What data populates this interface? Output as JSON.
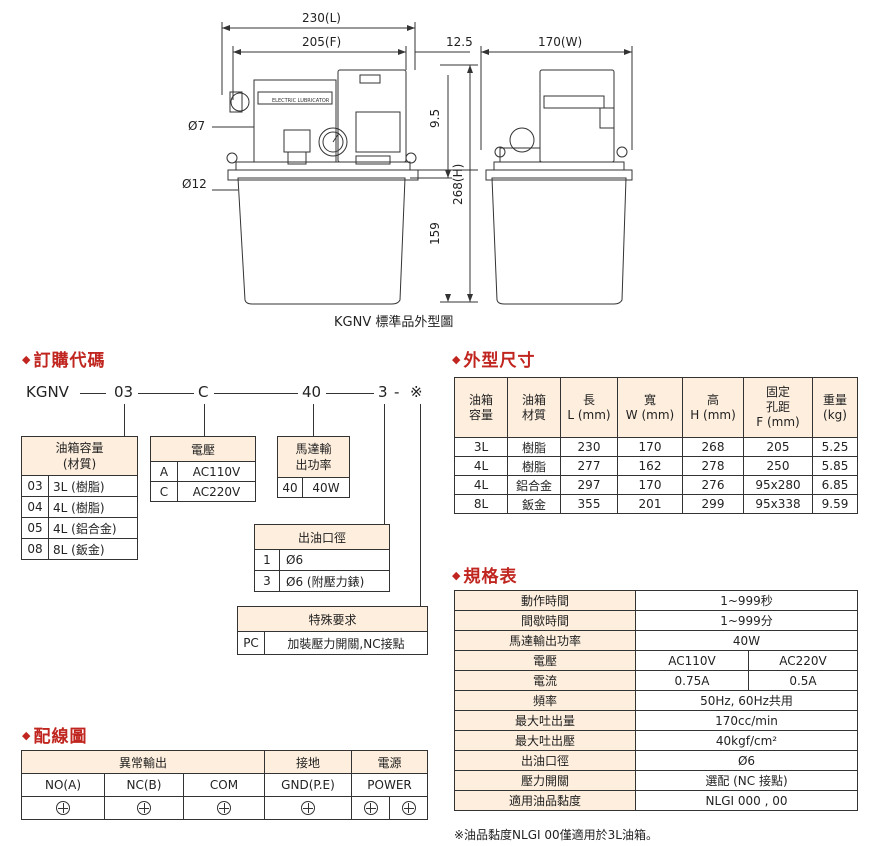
{
  "drawing": {
    "dims": {
      "total_length": "230(L)",
      "flange": "205(F)",
      "offset": "12.5",
      "width": "170(W)",
      "top_offset": "9.5",
      "height": "268(H)",
      "tank_height": "159",
      "hole_small": "Ø7",
      "hole_large": "Ø12"
    },
    "panel_label": "ELECTRIC LUBRICATOR",
    "caption": "KGNV 標準品外型圖"
  },
  "order_code": {
    "heading": "訂購代碼",
    "parts": [
      "KGNV",
      "03",
      "C",
      "40",
      "3",
      "-",
      "※"
    ],
    "tank": {
      "header": [
        "油箱容量",
        "(材質)"
      ],
      "rows": [
        [
          "03",
          "3L (樹脂)"
        ],
        [
          "04",
          "4L (樹脂)"
        ],
        [
          "05",
          "4L (鋁合金)"
        ],
        [
          "08",
          "8L (鈑金)"
        ]
      ]
    },
    "voltage": {
      "header": "電壓",
      "rows": [
        [
          "A",
          "AC110V"
        ],
        [
          "C",
          "AC220V"
        ]
      ]
    },
    "motor": {
      "header": [
        "馬達輸",
        "出功率"
      ],
      "rows": [
        [
          "40",
          "40W"
        ]
      ]
    },
    "outlet": {
      "header": "出油口徑",
      "rows": [
        [
          "1",
          "Ø6"
        ],
        [
          "3",
          "Ø6 (附壓力錶)"
        ]
      ]
    },
    "special": {
      "header": "特殊要求",
      "rows": [
        [
          "PC",
          "加裝壓力開關,NC接點"
        ]
      ]
    }
  },
  "wiring": {
    "heading": "配線圖",
    "groups": [
      "異常輸出",
      "接地",
      "電源"
    ],
    "columns": [
      "NO(A)",
      "NC(B)",
      "COM",
      "GND(P.E)",
      "POWER"
    ]
  },
  "dimensions": {
    "heading": "外型尺寸",
    "headers": [
      [
        "油箱",
        "容量"
      ],
      [
        "油箱",
        "材質"
      ],
      [
        "長",
        "L (mm)"
      ],
      [
        "寬",
        "W (mm)"
      ],
      [
        "高",
        "H (mm)"
      ],
      [
        "固定",
        "孔距",
        "F (mm)"
      ],
      [
        "重量",
        "(kg)"
      ]
    ],
    "rows": [
      [
        "3L",
        "樹脂",
        "230",
        "170",
        "268",
        "205",
        "5.25"
      ],
      [
        "4L",
        "樹脂",
        "277",
        "162",
        "278",
        "250",
        "5.85"
      ],
      [
        "4L",
        "鋁合金",
        "297",
        "170",
        "276",
        "95x280",
        "6.85"
      ],
      [
        "8L",
        "鈑金",
        "355",
        "201",
        "299",
        "95x338",
        "9.59"
      ]
    ]
  },
  "specs": {
    "heading": "規格表",
    "rows": [
      {
        "label": "動作時間",
        "value": "1~999秒"
      },
      {
        "label": "間歇時間",
        "value": "1~999分"
      },
      {
        "label": "馬達輸出功率",
        "value": "40W"
      },
      {
        "label": "電壓",
        "values": [
          "AC110V",
          "AC220V"
        ]
      },
      {
        "label": "電流",
        "values": [
          "0.75A",
          "0.5A"
        ]
      },
      {
        "label": "頻率",
        "value": "50Hz, 60Hz共用"
      },
      {
        "label": "最大吐出量",
        "value": "170cc/min"
      },
      {
        "label": "最大吐出壓",
        "value": "40kgf/cm²"
      },
      {
        "label": "出油口徑",
        "value": "Ø6"
      },
      {
        "label": "壓力開關",
        "value": "選配 (NC 接點)"
      },
      {
        "label": "適用油品黏度",
        "value": "NLGI 000 , 00"
      }
    ],
    "note": "※油品黏度NLGI 00僅適用於3L油箱。"
  }
}
